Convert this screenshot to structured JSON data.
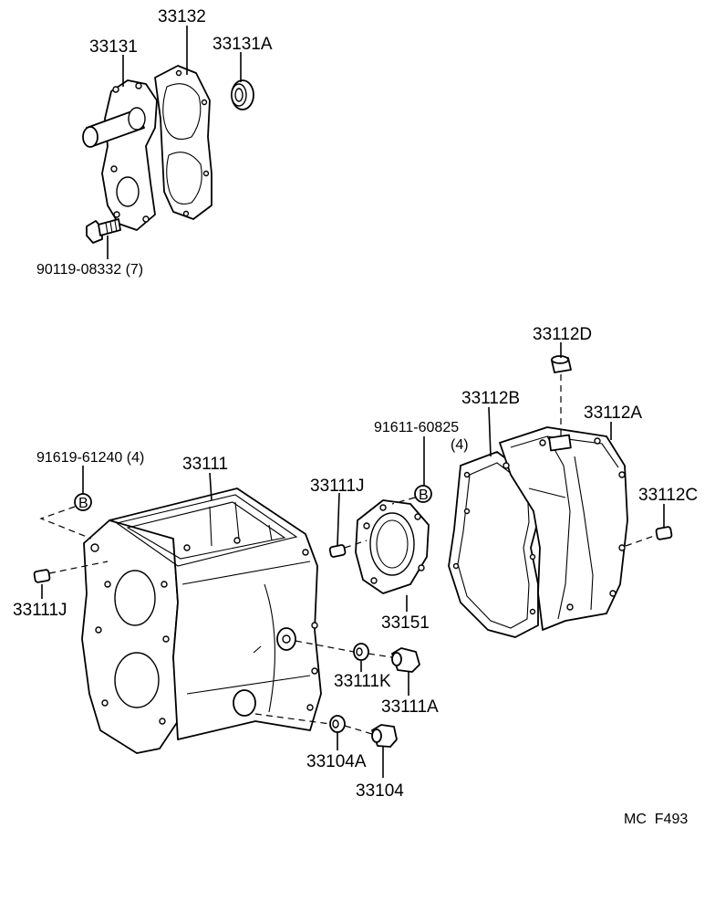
{
  "labels": {
    "p33132": "33132",
    "p33131": "33131",
    "p33131A": "33131A",
    "p90119": "90119-08332 (7)",
    "p33112D": "33112D",
    "p33112B": "33112B",
    "p33112A": "33112A",
    "p91611": "91611-60825",
    "p91611_qty": "(4)",
    "p91619": "91619-61240 (4)",
    "p33111": "33111",
    "p33111J_top": "33111J",
    "p33112C": "33112C",
    "p33111J_left": "33111J",
    "p33151": "33151",
    "p33111K": "33111K",
    "p33111A": "33111A",
    "p33104A": "33104A",
    "p33104": "33104",
    "code": "MC  F493"
  },
  "marks": {
    "b_left": "B",
    "b_right": "B"
  }
}
